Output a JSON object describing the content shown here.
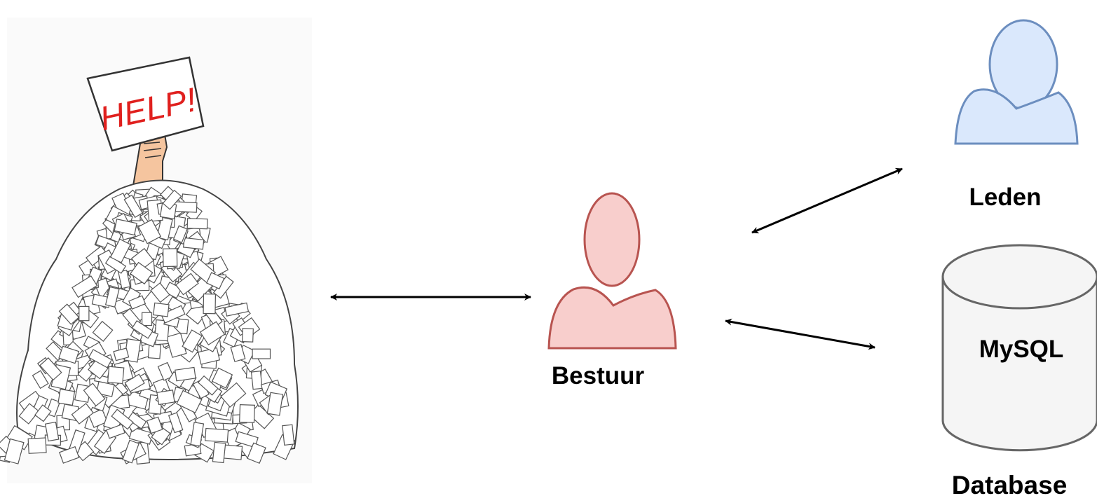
{
  "nodes": {
    "paper_pile": {
      "sign_text": "HELP!"
    },
    "bestuur": {
      "label": "Bestuur"
    },
    "leden": {
      "label": "Leden"
    },
    "database": {
      "label": "Database",
      "inner_label": "MySQL"
    }
  },
  "edges": [
    {
      "from": "paper_pile",
      "to": "bestuur",
      "bidirectional": true
    },
    {
      "from": "bestuur",
      "to": "leden",
      "bidirectional": true
    },
    {
      "from": "bestuur",
      "to": "database",
      "bidirectional": true
    }
  ],
  "colors": {
    "bestuur_fill": "#f8cecc",
    "bestuur_stroke": "#b85450",
    "leden_fill": "#dae8fc",
    "leden_stroke": "#6c8ebf",
    "database_fill": "#f5f5f5",
    "database_stroke": "#666666",
    "help_text": "#e0201e",
    "arrow": "#000000"
  }
}
